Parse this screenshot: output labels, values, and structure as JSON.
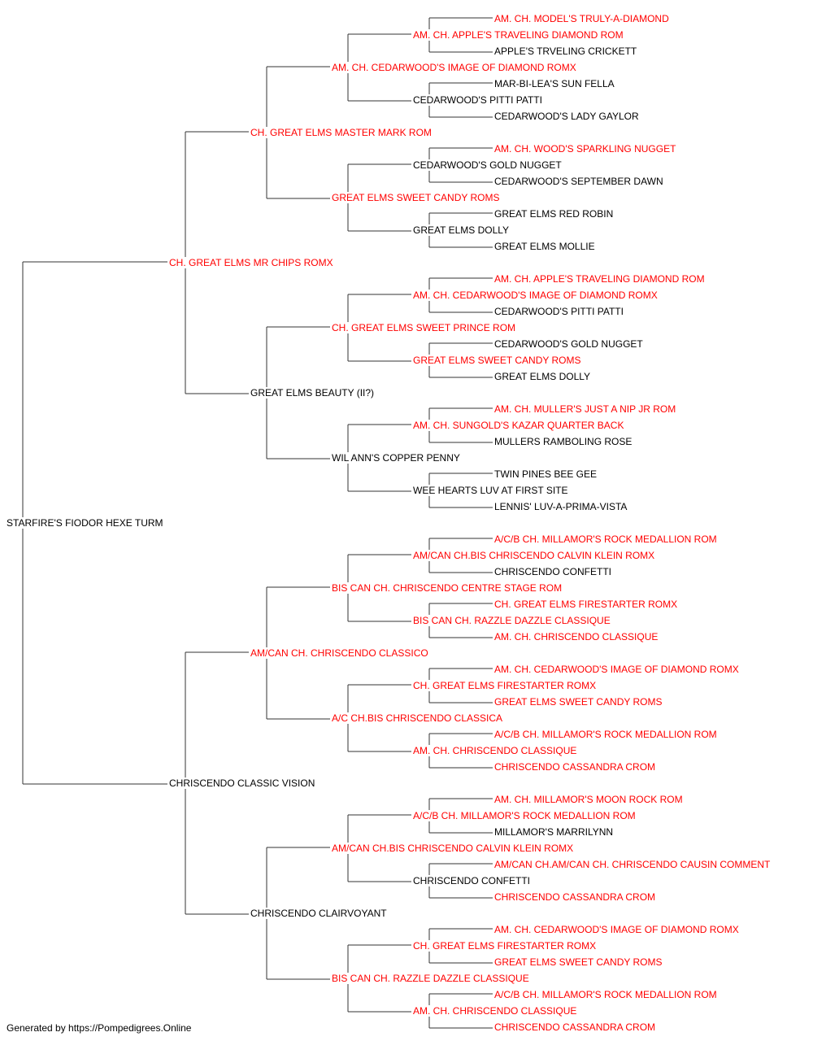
{
  "colors": {
    "champion": "#ff0000",
    "regular": "#000000",
    "lines": "#333333"
  },
  "pedigree": {
    "name": "STARFIRE'S FIODOR HEXE TURM",
    "champion": false,
    "sire": {
      "name": "CH. GREAT ELMS MR CHIPS ROMX",
      "champion": true,
      "sire": {
        "name": "CH. GREAT ELMS MASTER MARK ROM",
        "champion": true,
        "sire": {
          "name": "AM. CH. CEDARWOOD'S IMAGE OF DIAMOND ROMX",
          "champion": true,
          "sire": {
            "name": "AM. CH. APPLE'S TRAVELING DIAMOND ROM",
            "champion": true,
            "sire": {
              "name": "AM. CH. MODEL'S TRULY-A-DIAMOND",
              "champion": true
            },
            "dam": {
              "name": "APPLE'S TRVELING CRICKETT",
              "champion": false
            }
          },
          "dam": {
            "name": "CEDARWOOD'S PITTI PATTI",
            "champion": false,
            "sire": {
              "name": "MAR-BI-LEA'S SUN FELLA",
              "champion": false
            },
            "dam": {
              "name": "CEDARWOOD'S LADY GAYLOR",
              "champion": false
            }
          }
        },
        "dam": {
          "name": "GREAT ELMS SWEET CANDY ROMS",
          "champion": true,
          "sire": {
            "name": "CEDARWOOD'S GOLD NUGGET",
            "champion": false,
            "sire": {
              "name": "AM. CH. WOOD'S SPARKLING NUGGET",
              "champion": true
            },
            "dam": {
              "name": "CEDARWOOD'S SEPTEMBER DAWN",
              "champion": false
            }
          },
          "dam": {
            "name": "GREAT ELMS DOLLY",
            "champion": false,
            "sire": {
              "name": "GREAT ELMS RED ROBIN",
              "champion": false
            },
            "dam": {
              "name": "GREAT ELMS MOLLIE",
              "champion": false
            }
          }
        }
      },
      "dam": {
        "name": "GREAT ELMS BEAUTY (II?)",
        "champion": false,
        "sire": {
          "name": "CH. GREAT ELMS SWEET PRINCE ROM",
          "champion": true,
          "sire": {
            "name": "AM. CH. CEDARWOOD'S IMAGE OF DIAMOND ROMX",
            "champion": true,
            "sire": {
              "name": "AM. CH. APPLE'S TRAVELING DIAMOND ROM",
              "champion": true
            },
            "dam": {
              "name": "CEDARWOOD'S PITTI PATTI",
              "champion": false
            }
          },
          "dam": {
            "name": "GREAT ELMS SWEET CANDY ROMS",
            "champion": true,
            "sire": {
              "name": "CEDARWOOD'S GOLD NUGGET",
              "champion": false
            },
            "dam": {
              "name": "GREAT ELMS DOLLY",
              "champion": false
            }
          }
        },
        "dam": {
          "name": "WIL ANN'S COPPER PENNY",
          "champion": false,
          "sire": {
            "name": "AM. CH. SUNGOLD'S KAZAR QUARTER BACK",
            "champion": true,
            "sire": {
              "name": "AM. CH. MULLER'S JUST A NIP JR ROM",
              "champion": true
            },
            "dam": {
              "name": "MULLERS RAMBOLING ROSE",
              "champion": false
            }
          },
          "dam": {
            "name": "WEE HEARTS LUV AT FIRST SITE",
            "champion": false,
            "sire": {
              "name": "TWIN PINES BEE GEE",
              "champion": false
            },
            "dam": {
              "name": "LENNIS' LUV-A-PRIMA-VISTA",
              "champion": false
            }
          }
        }
      }
    },
    "dam": {
      "name": "CHRISCENDO CLASSIC VISION",
      "champion": false,
      "sire": {
        "name": "AM/CAN CH. CHRISCENDO CLASSICO",
        "champion": true,
        "sire": {
          "name": "BIS CAN CH. CHRISCENDO CENTRE STAGE ROM",
          "champion": true,
          "sire": {
            "name": "AM/CAN CH.BIS CHRISCENDO CALVIN KLEIN ROMX",
            "champion": true,
            "sire": {
              "name": "A/C/B CH. MILLAMOR'S ROCK MEDALLION ROM",
              "champion": true
            },
            "dam": {
              "name": "CHRISCENDO CONFETTI",
              "champion": false
            }
          },
          "dam": {
            "name": "BIS CAN CH. RAZZLE DAZZLE CLASSIQUE",
            "champion": true,
            "sire": {
              "name": "CH. GREAT ELMS FIRESTARTER ROMX",
              "champion": true
            },
            "dam": {
              "name": "AM. CH. CHRISCENDO CLASSIQUE",
              "champion": true
            }
          }
        },
        "dam": {
          "name": "A/C CH.BIS CHRISCENDO CLASSICA",
          "champion": true,
          "sire": {
            "name": "CH. GREAT ELMS FIRESTARTER ROMX",
            "champion": true,
            "sire": {
              "name": "AM. CH. CEDARWOOD'S IMAGE OF DIAMOND ROMX",
              "champion": true
            },
            "dam": {
              "name": "GREAT ELMS SWEET CANDY ROMS",
              "champion": true
            }
          },
          "dam": {
            "name": "AM. CH. CHRISCENDO CLASSIQUE",
            "champion": true,
            "sire": {
              "name": "A/C/B CH. MILLAMOR'S ROCK MEDALLION ROM",
              "champion": true
            },
            "dam": {
              "name": "CHRISCENDO CASSANDRA CROM",
              "champion": true
            }
          }
        }
      },
      "dam": {
        "name": "CHRISCENDO CLAIRVOYANT",
        "champion": false,
        "sire": {
          "name": "AM/CAN CH.BIS CHRISCENDO CALVIN KLEIN ROMX",
          "champion": true,
          "sire": {
            "name": "A/C/B CH. MILLAMOR'S ROCK MEDALLION ROM",
            "champion": true,
            "sire": {
              "name": "AM. CH. MILLAMOR'S MOON ROCK ROM",
              "champion": true
            },
            "dam": {
              "name": "MILLAMOR'S MARRILYNN",
              "champion": false
            }
          },
          "dam": {
            "name": "CHRISCENDO CONFETTI",
            "champion": false,
            "sire": {
              "name": "AM/CAN CH.AM/CAN CH. CHRISCENDO CAUSIN COMMENT",
              "champion": true
            },
            "dam": {
              "name": "CHRISCENDO CASSANDRA CROM",
              "champion": true
            }
          }
        },
        "dam": {
          "name": "BIS CAN CH. RAZZLE DAZZLE CLASSIQUE",
          "champion": true,
          "sire": {
            "name": "CH. GREAT ELMS FIRESTARTER ROMX",
            "champion": true,
            "sire": {
              "name": "AM. CH. CEDARWOOD'S IMAGE OF DIAMOND ROMX",
              "champion": true
            },
            "dam": {
              "name": "GREAT ELMS SWEET CANDY ROMS",
              "champion": true
            }
          },
          "dam": {
            "name": "AM. CH. CHRISCENDO CLASSIQUE",
            "champion": true,
            "sire": {
              "name": "A/C/B CH. MILLAMOR'S ROCK MEDALLION ROM",
              "champion": true
            },
            "dam": {
              "name": "CHRISCENDO CASSANDRA CROM",
              "champion": true
            }
          }
        }
      }
    }
  },
  "footer": "Generated by https://Pompedigrees.Online"
}
